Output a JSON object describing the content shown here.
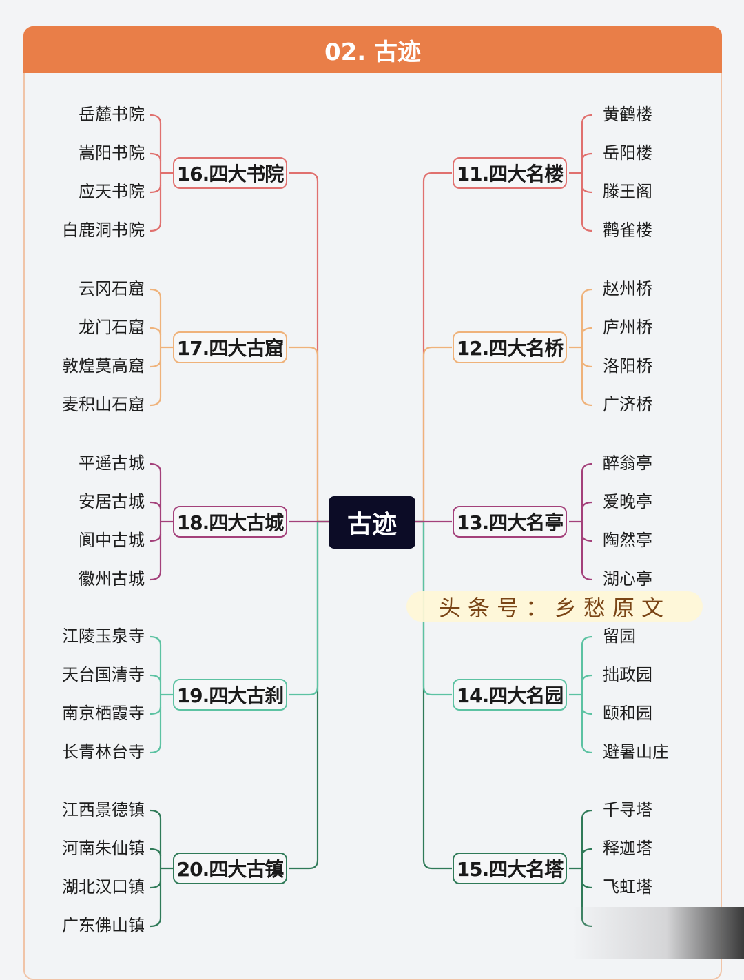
{
  "header": {
    "title": "02. 古迹"
  },
  "center": {
    "label": "古迹"
  },
  "watermark": "头条号：乡愁原文",
  "branches": {
    "left": [
      {
        "label": "16.四大书院",
        "color": "#e0706e",
        "leaves": [
          "岳麓书院",
          "嵩阳书院",
          "应天书院",
          "白鹿洞书院"
        ]
      },
      {
        "label": "17.四大古窟",
        "color": "#efb27a",
        "leaves": [
          "云冈石窟",
          "龙门石窟",
          "敦煌莫高窟",
          "麦积山石窟"
        ]
      },
      {
        "label": "18.四大古城",
        "color": "#a3407a",
        "leaves": [
          "平遥古城",
          "安居古城",
          "阆中古城",
          "徽州古城"
        ]
      },
      {
        "label": "19.四大古刹",
        "color": "#5cc2a2",
        "leaves": [
          "江陵玉泉寺",
          "天台国清寺",
          "南京栖霞寺",
          "长青林台寺"
        ]
      },
      {
        "label": "20.四大古镇",
        "color": "#2f7a58",
        "leaves": [
          "江西景德镇",
          "河南朱仙镇",
          "湖北汉口镇",
          "广东佛山镇"
        ]
      }
    ],
    "right": [
      {
        "label": "11.四大名楼",
        "color": "#e0706e",
        "leaves": [
          "黄鹤楼",
          "岳阳楼",
          "滕王阁",
          "鹳雀楼"
        ]
      },
      {
        "label": "12.四大名桥",
        "color": "#efb27a",
        "leaves": [
          "赵州桥",
          "庐州桥",
          "洛阳桥",
          "广济桥"
        ]
      },
      {
        "label": "13.四大名亭",
        "color": "#a3407a",
        "leaves": [
          "醉翁亭",
          "爱晚亭",
          "陶然亭",
          "湖心亭"
        ]
      },
      {
        "label": "14.四大名园",
        "color": "#5cc2a2",
        "leaves": [
          "留园",
          "拙政园",
          "颐和园",
          "避暑山庄"
        ]
      },
      {
        "label": "15.四大名塔",
        "color": "#2f7a58",
        "leaves": [
          "千寻塔",
          "释迦塔",
          "飞虹塔"
        ]
      }
    ]
  }
}
